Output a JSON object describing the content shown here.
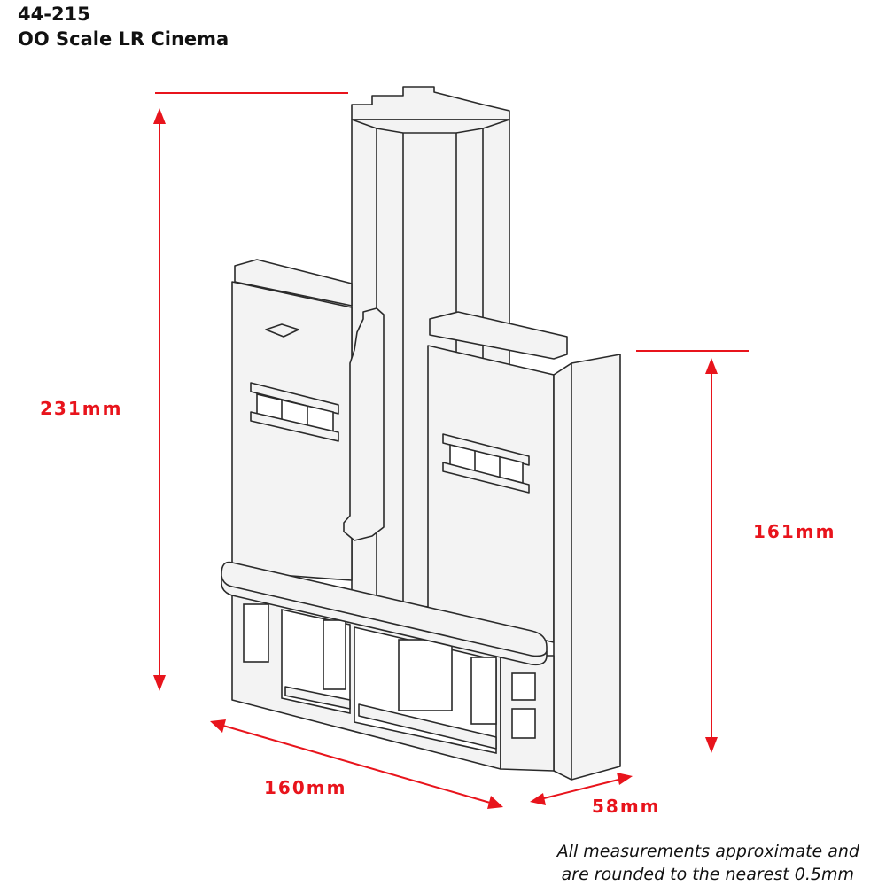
{
  "header": {
    "code": "44-215",
    "title": "OO Scale LR Cinema"
  },
  "dimensions": {
    "height_total": "231mm",
    "height_side": "161mm",
    "width": "160mm",
    "depth": "58mm"
  },
  "note": {
    "line1": "All measurements approximate and",
    "line2": "are rounded to the nearest 0.5mm"
  },
  "colors": {
    "dimension": "#e8141c",
    "outline": "#2a2a2a"
  }
}
